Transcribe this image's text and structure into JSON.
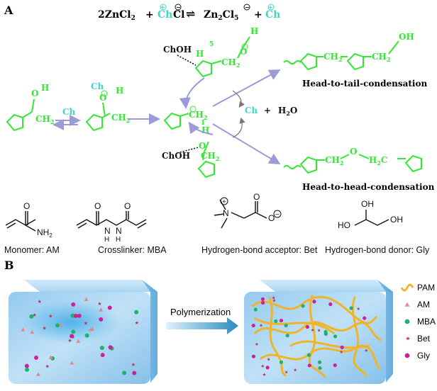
{
  "panel_a": {
    "label": "A",
    "equation": {
      "left": "2ZnCl",
      "left_sub": "2",
      "plus1": "+",
      "ch": "Ch",
      "cl": "Cl",
      "arrow": "⇌",
      "product": "Zn",
      "product_sub1": "2",
      "product_cl": "Cl",
      "product_sub2": "5",
      "plus2": "+",
      "ch2": "Ch"
    },
    "chem": {
      "O": "O",
      "H": "H",
      "CH2": "CH",
      "sub2": "2",
      "Ch": "Ch",
      "ChOH": "ChOH",
      "H2O": "H",
      "H2O_O": "O",
      "plus": "+",
      "five": "5",
      "one": "1",
      "CH": "CH",
      "H2C": "H",
      "C": "C",
      "OH": "OH"
    },
    "labels": {
      "head_tail": "Head-to-tail-condensation",
      "head_head": "Head-to-head-condensation"
    },
    "colors": {
      "green": "#33e833",
      "arrow": "#9b9bd8",
      "text": "#111111",
      "cyan": "#3fd6c8"
    }
  },
  "structures": {
    "am": {
      "name": "Monomer: AM",
      "O": "O",
      "N": "NH",
      "sub": "2"
    },
    "mba": {
      "name": "Crosslinker: MBA",
      "O": "O",
      "N": "N",
      "H": "H"
    },
    "bet": {
      "name": "Hydrogen-bond acceptor: Bet",
      "N": "N",
      "O": "O",
      "plus": "+",
      "minus": "−"
    },
    "gly": {
      "name": "Hydrogen-bond donor: Gly",
      "OH": "OH",
      "HO": "HO"
    }
  },
  "panel_b": {
    "label": "B",
    "arrow_label": "Polymerization",
    "legend": [
      {
        "key": "pam",
        "label": "PAM",
        "color": "#f0b429"
      },
      {
        "key": "am",
        "label": "AM",
        "color": "#e08a8a"
      },
      {
        "key": "mba",
        "label": "MBA",
        "color": "#1fb26b"
      },
      {
        "key": "bet",
        "label": "Bet",
        "color": "#c0304a"
      },
      {
        "key": "gly",
        "label": "Gly",
        "color": "#cc2299"
      }
    ]
  }
}
